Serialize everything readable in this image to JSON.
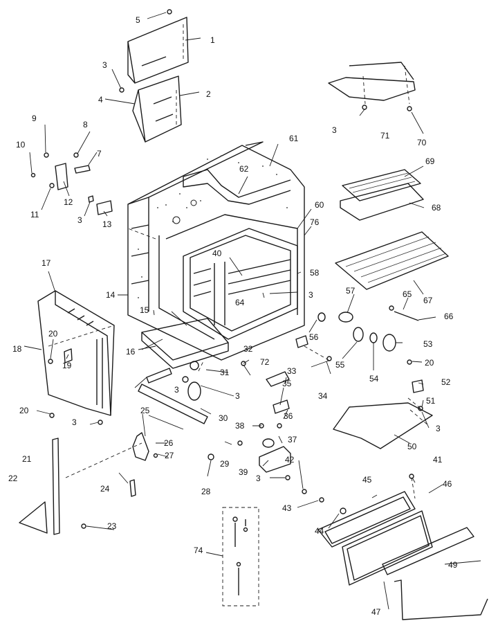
{
  "callouts": [
    "1",
    "2",
    "3",
    "3",
    "3",
    "3",
    "3",
    "3",
    "3",
    "3",
    "3",
    "4",
    "5",
    "7",
    "8",
    "9",
    "10",
    "11",
    "12",
    "13",
    "14",
    "15",
    "16",
    "17",
    "18",
    "19",
    "20",
    "20",
    "20",
    "21",
    "22",
    "23",
    "24",
    "25",
    "26",
    "27",
    "28",
    "29",
    "30",
    "31",
    "32",
    "33",
    "34",
    "35",
    "36",
    "37",
    "38",
    "39",
    "40",
    "41",
    "42",
    "43",
    "44",
    "45",
    "46",
    "47",
    "49",
    "50",
    "51",
    "52",
    "53",
    "54",
    "55",
    "56",
    "57",
    "58",
    "60",
    "61",
    "62",
    "64",
    "65",
    "66",
    "67",
    "68",
    "69",
    "70",
    "71",
    "72",
    "74",
    "76",
    "76"
  ]
}
